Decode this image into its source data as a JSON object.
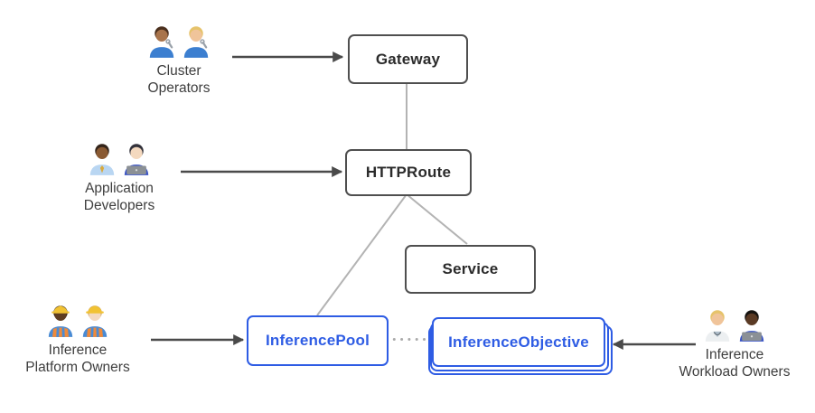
{
  "colors": {
    "background": "#ffffff",
    "node_border": "#4f4f4f",
    "node_text": "#2b2b2b",
    "blue": "#2e5ce4",
    "relation_line": "#b3b3b3",
    "dotted_line": "#a9a9a9",
    "arrow": "#4a4a4a",
    "label_text": "#3e3e3e"
  },
  "nodes": {
    "gateway": {
      "label": "Gateway"
    },
    "httproute": {
      "label": "HTTPRoute"
    },
    "service": {
      "label": "Service"
    },
    "inference_pool": {
      "label": "InferencePool"
    },
    "inference_objective": {
      "label": "InferenceObjective"
    }
  },
  "personas": {
    "cluster_operators": {
      "line1": "Cluster",
      "line2": "Operators"
    },
    "application_developers": {
      "line1": "Application",
      "line2": "Developers"
    },
    "inference_platform_owners": {
      "line1": "Inference",
      "line2": "Platform Owners"
    },
    "inference_workload_owners": {
      "line1": "Inference",
      "line2": "Workload Owners"
    }
  },
  "figures": {
    "cluster_operators": [
      {
        "icon": "man-mechanic-icon",
        "skin": "#a9744b",
        "hair": "#4a2f1d",
        "shirt": "#3c7fd0",
        "wrench": true
      },
      {
        "icon": "woman-mechanic-icon",
        "skin": "#f0c49a",
        "hair": "#e6c36b",
        "shirt": "#3c7fd0",
        "wrench": true
      }
    ],
    "application_developers": [
      {
        "icon": "man-office-worker-icon",
        "skin": "#8a5a33",
        "hair": "#33241a",
        "shirt": "#b9d6f2",
        "tie": "#d9a93c"
      },
      {
        "icon": "woman-technologist-icon",
        "skin": "#f4d9bf",
        "hair": "#33323b",
        "shirt": "#3b55c4",
        "laptop": "#8b9095"
      }
    ],
    "inference_platform_owners": [
      {
        "icon": "woman-construction-worker-icon",
        "skin": "#5f3d22",
        "hair": "#2f1d12",
        "shirt": "#4a8bd4",
        "vest": "#ef8a3a",
        "hat": "#f1c233"
      },
      {
        "icon": "man-construction-worker-icon",
        "skin": "#f4d9bf",
        "hair": "#c9a05c",
        "shirt": "#4a8bd4",
        "vest": "#ef8a3a",
        "hat": "#f1c233"
      }
    ],
    "inference_workload_owners": [
      {
        "icon": "health-worker-icon",
        "skin": "#f0c49a",
        "hair": "#e6c36b",
        "coat": "#eceff1",
        "shirt": "#aebdca",
        "stetho": "#6b7680"
      },
      {
        "icon": "man-technologist-icon",
        "skin": "#5a3a24",
        "hair": "#151310",
        "shirt": "#3b55c4",
        "laptop": "#8b9095"
      }
    ]
  }
}
